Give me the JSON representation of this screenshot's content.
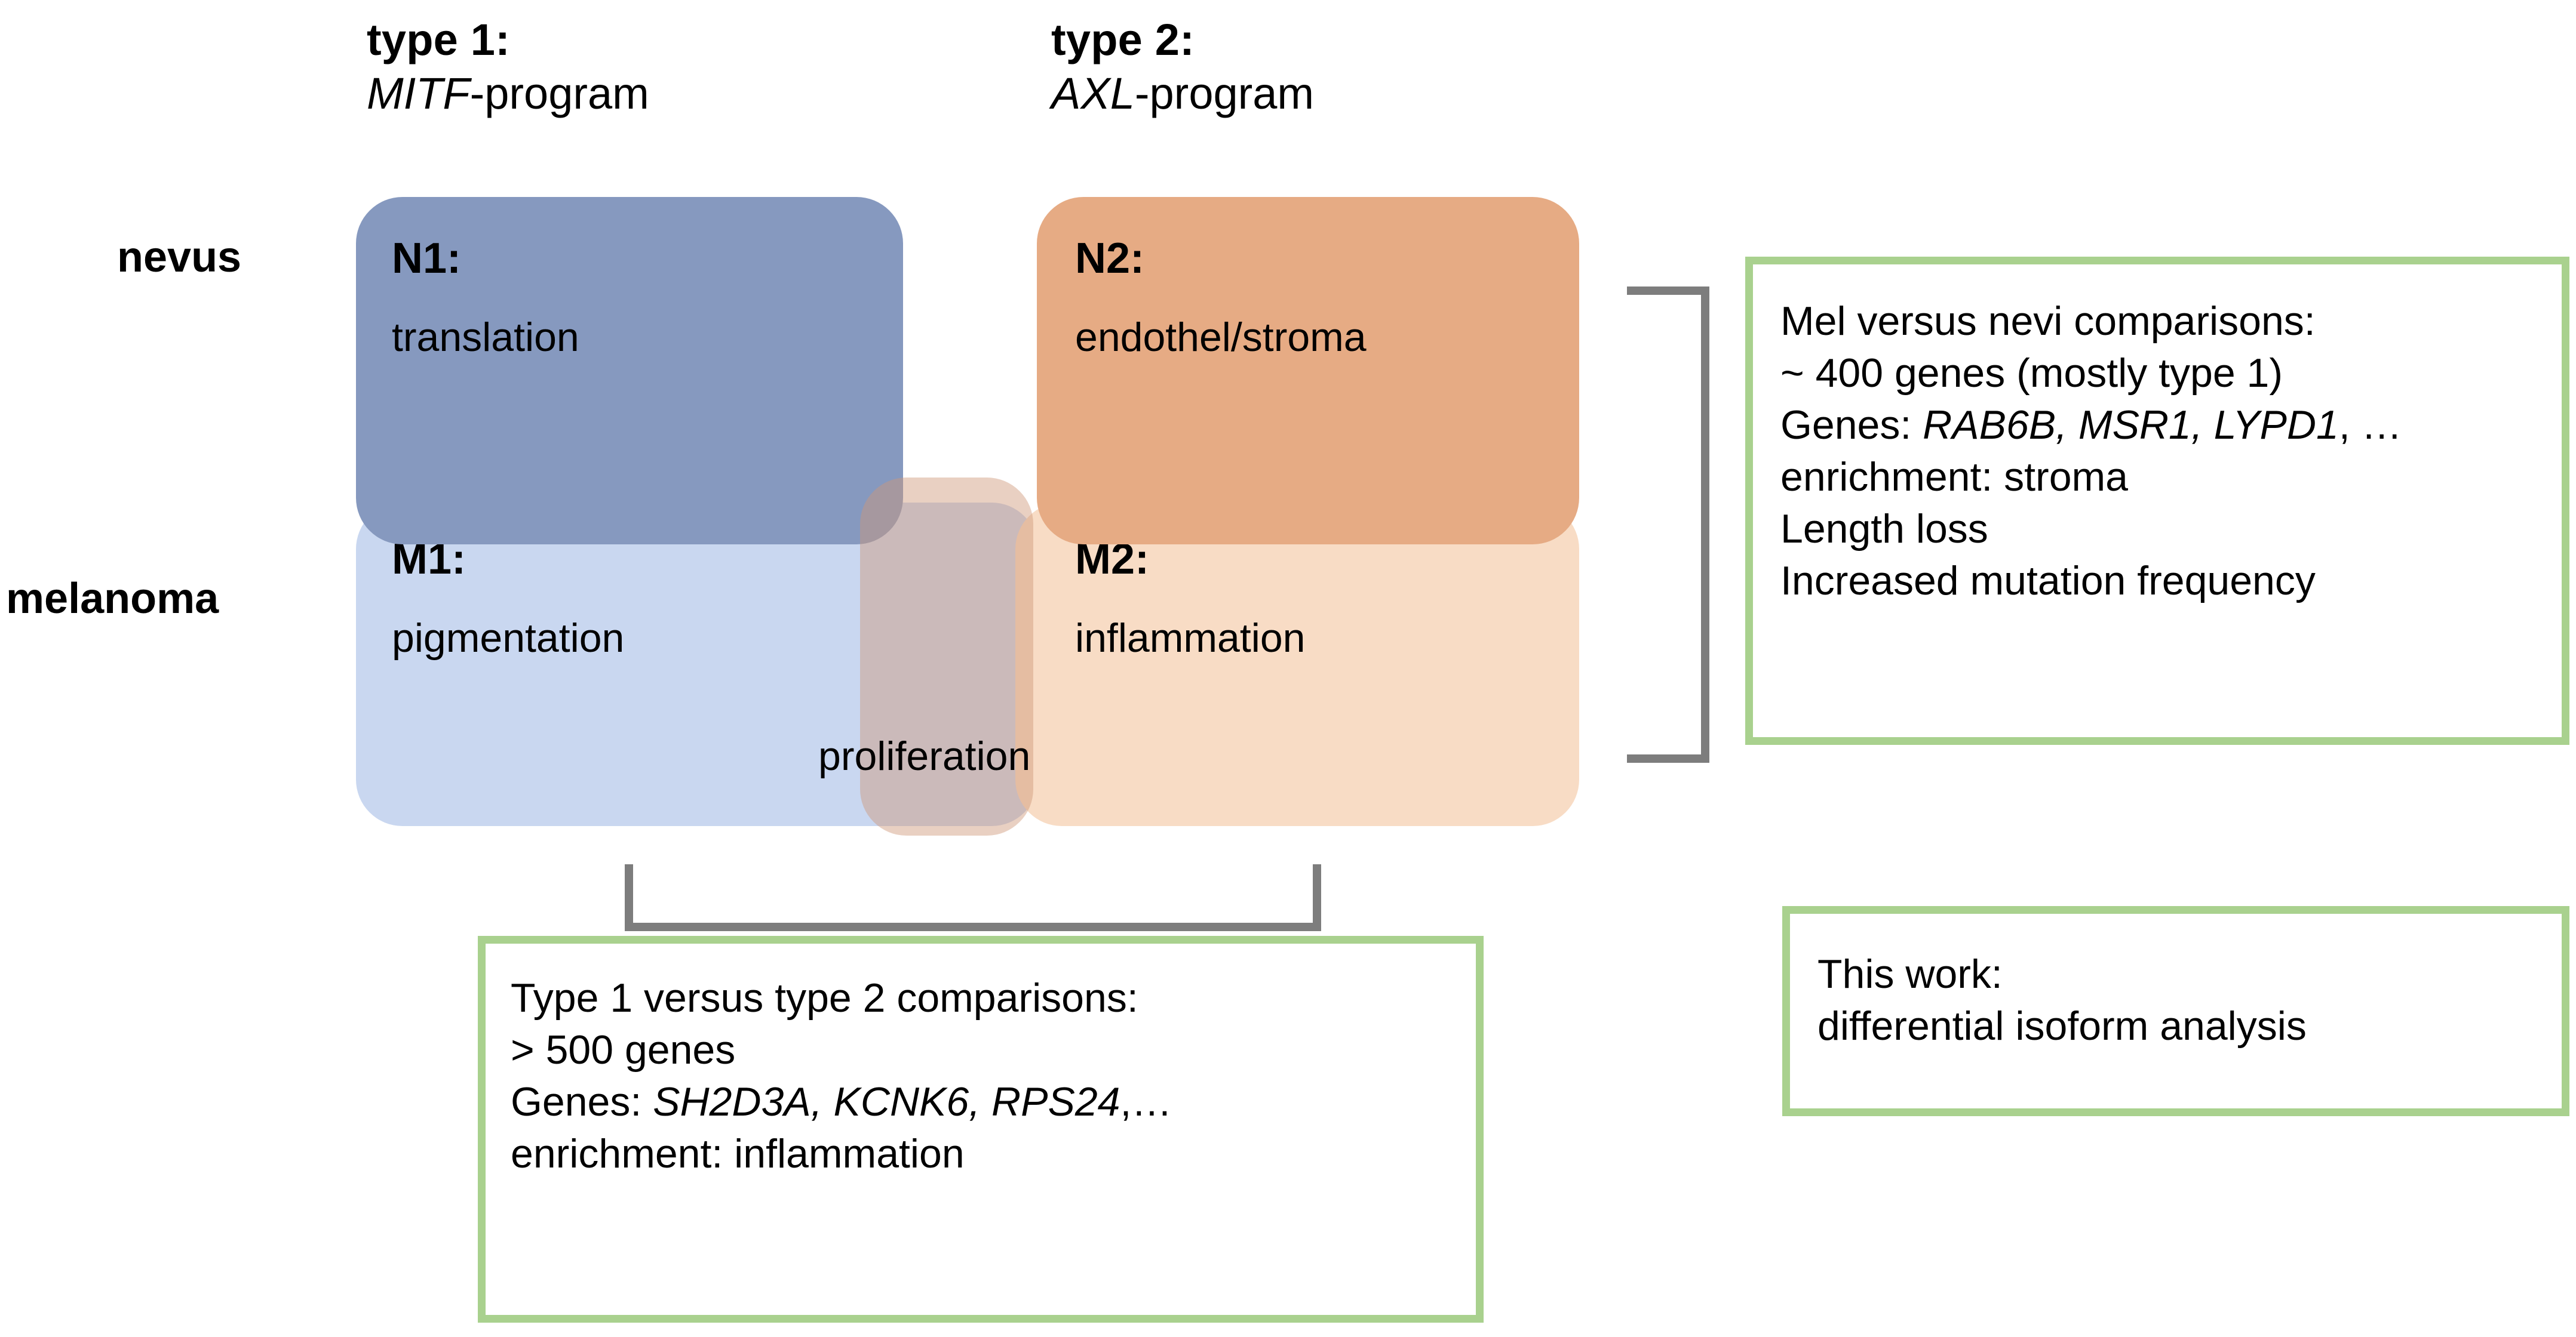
{
  "colors": {
    "n1_fill": "#8699bf",
    "m1_fill": "#c9d7f0",
    "n2_fill": "#e6ab84",
    "m2_fill": "#f8dcc5",
    "overlap_fill": "#ce9678",
    "bracket": "#7d7d7d",
    "callout_border": "#a9d18e",
    "background": "#ffffff",
    "text": "#000000"
  },
  "headers": {
    "type1": {
      "line1": "type 1:",
      "line2_gene": "MITF",
      "line2_rest": "-program"
    },
    "type2": {
      "line1": "type 2:",
      "line2_gene": "AXL",
      "line2_rest": "-program"
    }
  },
  "rows": {
    "nevus": "nevus",
    "melanoma": "melanoma"
  },
  "blocks": {
    "n1": {
      "title": "N1:",
      "subtitle": "translation"
    },
    "m1": {
      "title": "M1:",
      "subtitle": "pigmentation"
    },
    "n2": {
      "title": "N2:",
      "subtitle": "endothel/stroma"
    },
    "m2": {
      "title": "M2:",
      "subtitle": "inflammation"
    },
    "overlap": {
      "label": "proliferation"
    }
  },
  "callouts": {
    "mel_vs_nevi": {
      "line1": "Mel versus nevi comparisons:",
      "line2": "~ 400 genes (mostly type 1)",
      "line3_prefix": "Genes: ",
      "line3_genes": "RAB6B, MSR1, LYPD1",
      "line3_suffix": ", …",
      "line4": "enrichment: stroma",
      "line5": "Length loss",
      "line6": "Increased mutation frequency"
    },
    "type1_vs_type2": {
      "line1": "Type 1 versus type 2 comparisons:",
      "line2": "> 500 genes",
      "line3_prefix": "Genes: ",
      "line3_genes": "SH2D3A, KCNK6, RPS24",
      "line3_suffix": ",…",
      "line4": "enrichment: inflammation"
    },
    "this_work": {
      "line1": "This work:",
      "line2": "differential isoform analysis"
    }
  }
}
